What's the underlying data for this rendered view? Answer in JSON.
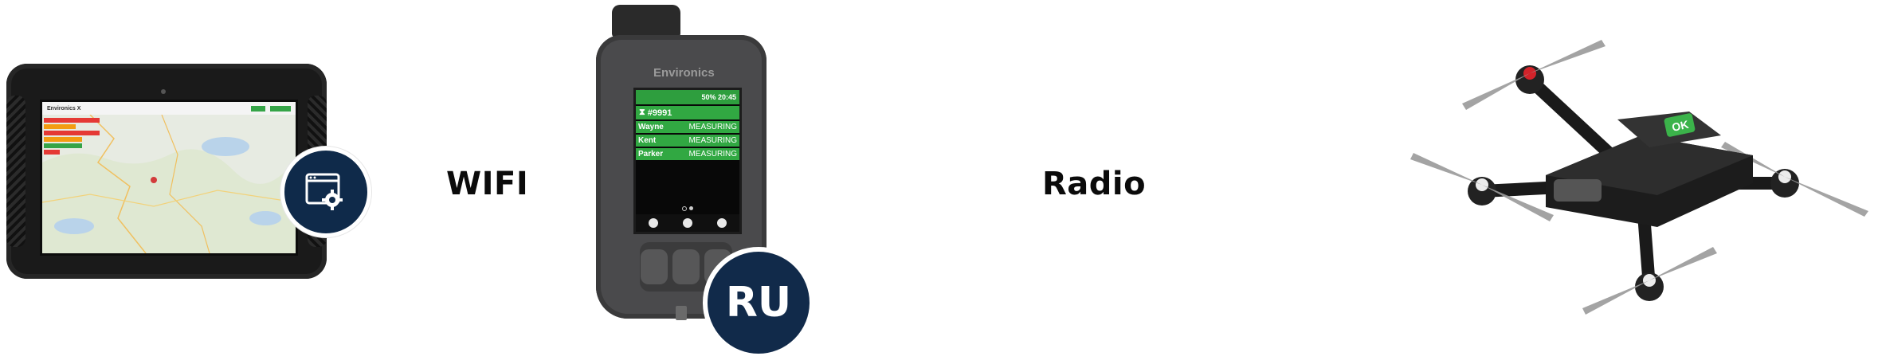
{
  "labels": {
    "wifi": "WIFI",
    "radio": "Radio"
  },
  "tablet": {
    "app_name": "Environics X",
    "badge_icon": "window-gear-icon",
    "accent_color": "#0f2a4a"
  },
  "handheld": {
    "brand": "Environics",
    "status_bar": "50% 20:45",
    "unit_id": "#9991",
    "rows": [
      {
        "name": "Wayne",
        "status": "MEASURING"
      },
      {
        "name": "Kent",
        "status": "MEASURING"
      },
      {
        "name": "Parker",
        "status": "MEASURING"
      }
    ],
    "badge_text": "RU",
    "screen_accent": "#31a842"
  },
  "drone": {
    "screen_text": "OK",
    "body_color": "#1c1c1c",
    "rotor_accent": "#d2232a"
  }
}
